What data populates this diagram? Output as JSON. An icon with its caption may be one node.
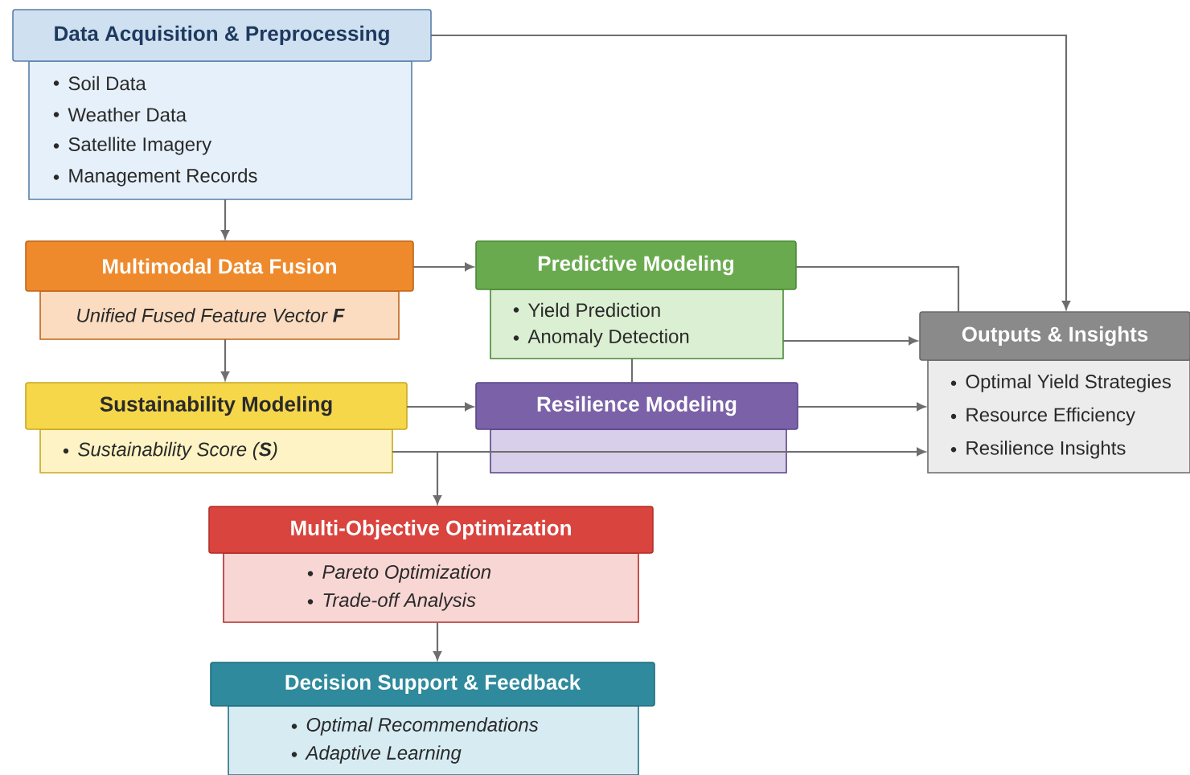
{
  "diagram": {
    "nodes": [
      {
        "text": [
          "Data Acquisition & Preprocessing",
          "Soil Data",
          "Weather Data",
          "Satellite Imagery",
          "Management Records"
        ]
      },
      {
        "text": [
          "Multimodal Data Fusion",
          "Unified Fused Feature Vector **F**"
        ]
      },
      {
        "text": [
          "Predictive Modeling",
          "Yield Prediction",
          "Anomaly Detection"
        ]
      },
      {
        "text": [
          "Sustainability Modeling",
          "Sustainability Score (**S**)"
        ]
      },
      {
        "text": [
          "Resilience Modeling"
        ]
      },
      {
        "text": [
          "Outputs & Insights",
          "Optimal Yield Strategies",
          "Resource Efficiency",
          "Resilience Insights"
        ]
      },
      {
        "text": [
          "Multi-Objective Optimization",
          "Pareto Optimization",
          "Trade-off Analysis"
        ]
      },
      {
        "text": [
          "Decision Support & Feedback",
          "Optimal Recommendations",
          "Adaptive Learning"
        ]
      }
    ],
    "edges": [
      {
        "from": 0,
        "to": 1,
        "arrow": "to"
      },
      {
        "from": 0,
        "to": 5,
        "arrow": "to"
      },
      {
        "from": 1,
        "to": 2,
        "arrow": "to"
      },
      {
        "from": 1,
        "to": 3,
        "arrow": "to"
      },
      {
        "from": 3,
        "to": 4,
        "arrow": "to"
      },
      {
        "from": 2,
        "to": 5,
        "arrow": "none"
      },
      {
        "from": 2,
        "to": 5,
        "arrow": "to"
      },
      {
        "from": 4,
        "to": 5,
        "arrow": "to"
      },
      {
        "from": 3,
        "to": 5,
        "arrow": "to"
      },
      {
        "from": 2,
        "to": 4,
        "arrow": "none"
      },
      {
        "from": 3,
        "to": 6,
        "arrow": "to"
      },
      {
        "from": 6,
        "to": 7,
        "arrow": "to"
      }
    ]
  }
}
